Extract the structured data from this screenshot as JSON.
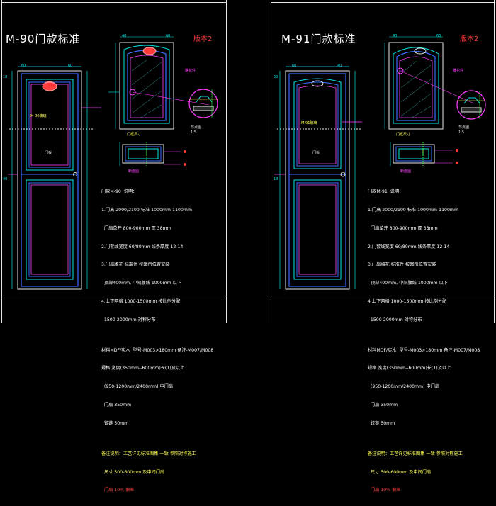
{
  "sheets": [
    {
      "title": "M-90门款标准",
      "version": "版本2",
      "notes": [
        "门款M-90  说明：",
        "1.门高 2000/2100 标准 1000mm-1100mm",
        "  门扇单开 800-900mm 厚 38mm",
        "2.门套线宽度 60/80mm 线条厚度 12-14",
        "3.门扇雕花 标准件 按图示位置安装",
        "  顶部400mm, 中间腰线 1000mm 以下",
        "4.上下两格 1000-1500mm 按比例分配",
        "  1500-2000mm 对称分布",
        "",
        "材料MDF/实木  型号-M003>180mm 备注-M007/M008",
        "规格 宽度(350mm--600mm)长(1)及以上",
        "  (950-1200mm/2400mm) 中门扇",
        "  门扇 350mm",
        "  铰链 50mm",
        "",
        "备注说明：工艺详见标准图集 一致 参照对称施工",
        "  尺寸 500-600mm 及中间门扇",
        "  门扇 10% 偏差"
      ],
      "labels": {
        "carving": "雕花件",
        "glass": "M-90玻璃",
        "section": "断面图",
        "detail": "节点图",
        "scale": "1:5",
        "frame": "门框尺寸",
        "panel": "门板"
      }
    },
    {
      "title": "M-91门款标准",
      "version": "版本2",
      "notes": [
        "门款M-91  说明：",
        "1.门高 2000/2100 标准 1000mm-1100mm",
        "  门扇单开 800-900mm 厚 38mm",
        "2.门套线宽度 60/80mm 线条厚度 12-14",
        "3.门扇雕花 标准件 按图示位置安装",
        "  顶部400mm, 中间腰线 1000mm 以下",
        "4.上下两格 1000-1500mm 按比例分配",
        "  1500-2000mm 对称分布",
        "",
        "材料MDF/实木  型号-M003>180mm 备注-M007/M008",
        "规格 宽度(350mm--600mm)长(1)及以上",
        "  (950-1200mm/2400mm) 中门扇",
        "  门扇 350mm",
        "  铰链 50mm",
        "",
        "备注说明：工艺详见标准图集 一致 参照对称施工",
        "  尺寸 500-600mm 及中间门扇",
        "  门扇 10% 偏差"
      ],
      "labels": {
        "carving": "雕花件",
        "glass": "M-91玻璃",
        "section": "断面图",
        "detail": "节点图",
        "scale": "1:5",
        "frame": "门框尺寸",
        "panel": "门板"
      }
    }
  ],
  "colors": {
    "background": "#000000",
    "frame": "#e8e8e8",
    "door_line": "#3a6cff",
    "accent_cyan": "#00e5e5",
    "accent_red": "#ff3a3a",
    "accent_magenta": "#ff40ff",
    "accent_yellow": "#ffff55",
    "accent_green": "#40ff40"
  },
  "dimension_labels": [
    "60",
    "60",
    "18",
    "40",
    "40",
    "60",
    "60",
    "40",
    "20",
    "18",
    "40",
    "60"
  ]
}
